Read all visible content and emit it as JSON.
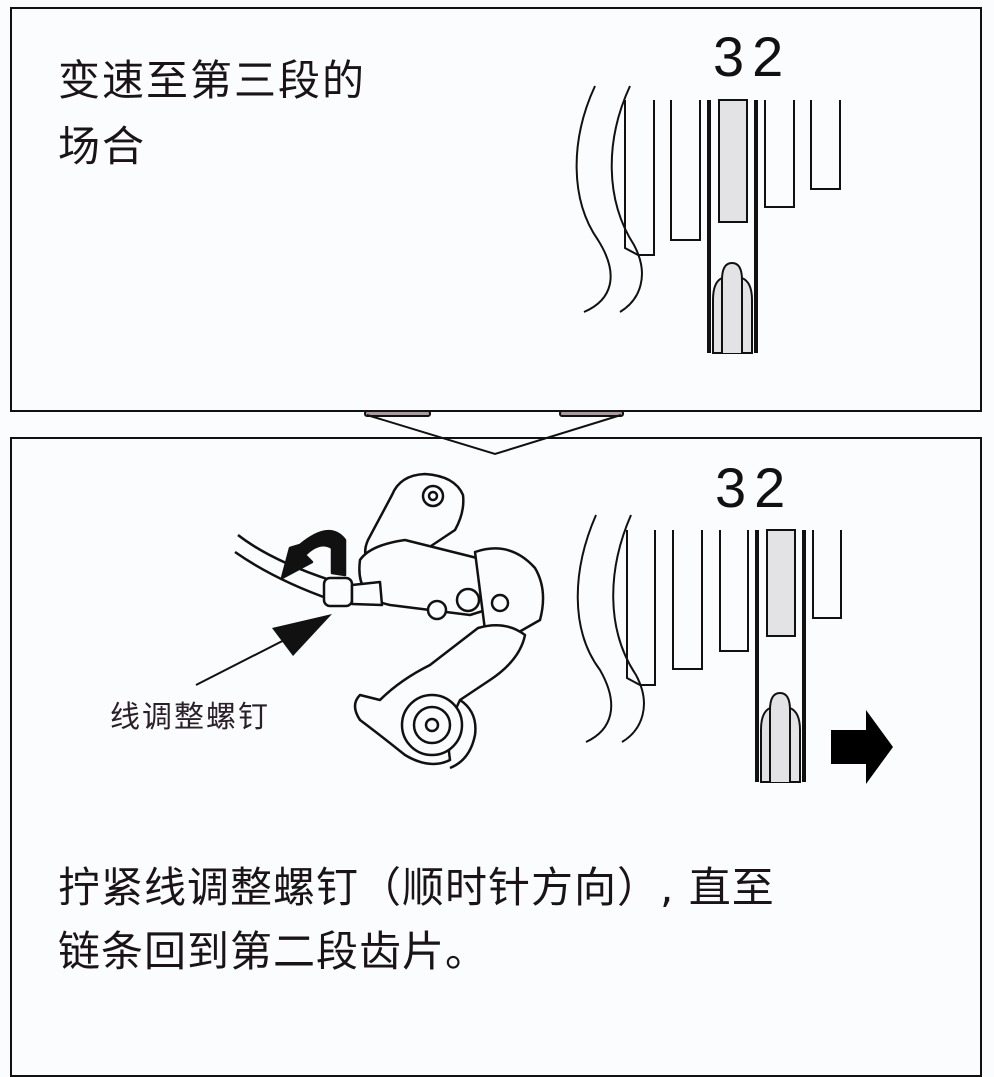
{
  "top_panel": {
    "title": "变速至第三段的场合",
    "title_lines": [
      "变速至第三段的",
      "场合"
    ],
    "gear_numbers": "32",
    "highlighted_cog_index": 3,
    "cog_count": 5
  },
  "bottom_panel": {
    "gear_numbers": "32",
    "highlighted_cog_index": 4,
    "cog_count": 5,
    "callout_label": "线调整螺钉",
    "instruction_lines": [
      "拧紧线调整螺钉（顺时针方向）, 直至",
      "链条回到第二段齿片。"
    ],
    "arrow_direction": "right"
  },
  "colors": {
    "line": "#111111",
    "highlight_fill": "#e3e3e5",
    "background": "#fbfcfe",
    "connector_fill": "#a89aa0"
  }
}
